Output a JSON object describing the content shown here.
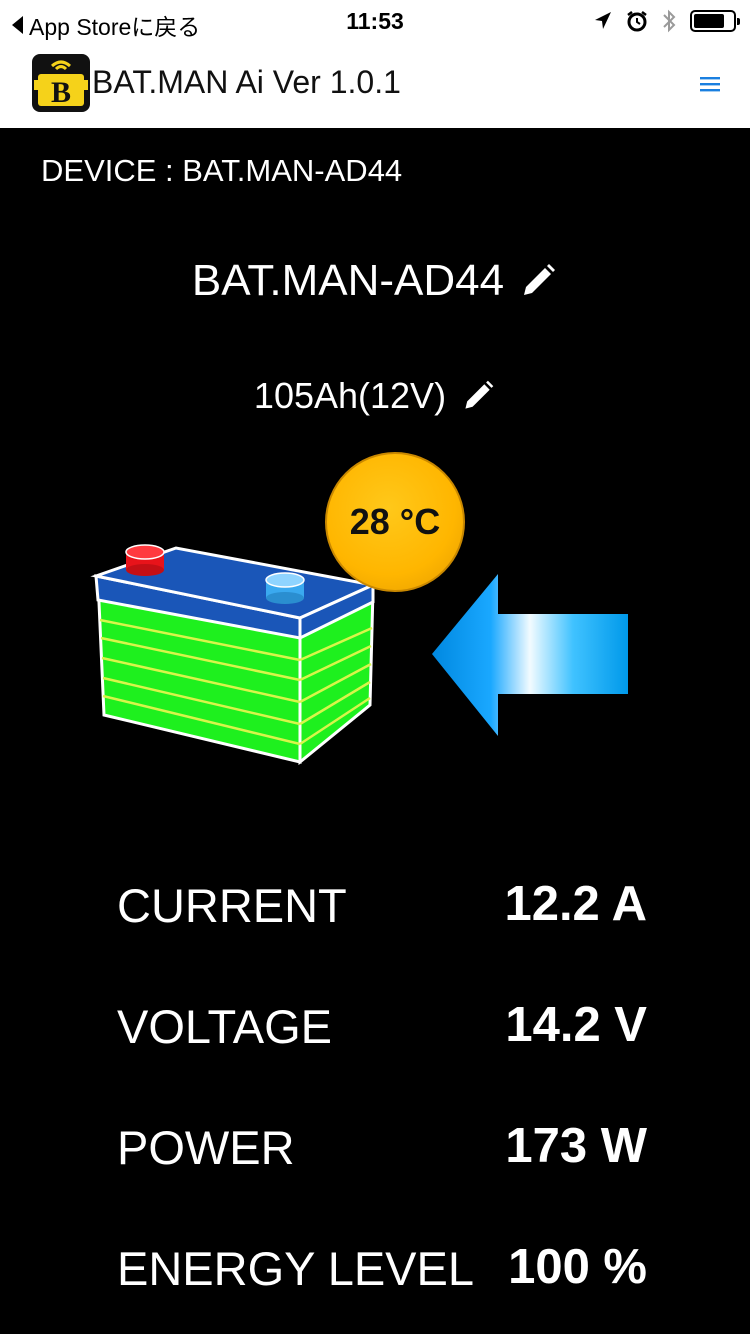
{
  "status_bar": {
    "back_label": "App Storeに戻る",
    "time": "11:53",
    "battery_level_fraction": 0.8
  },
  "header": {
    "logo_letter": "B",
    "title": "BAT.MAN Ai Ver 1.0.1",
    "menu_icon": "hamburger-menu-icon",
    "accent_color": "#1a7fe0"
  },
  "device": {
    "label": "DEVICE : BAT.MAN-AD44",
    "name": "BAT.MAN-AD44",
    "capacity": "105Ah(12V)",
    "temperature": "28 °C",
    "state_icon": "charging-arrow-icon"
  },
  "metrics": [
    {
      "label": "CURRENT",
      "value": "12.2 A"
    },
    {
      "label": "VOLTAGE",
      "value": "14.2 V"
    },
    {
      "label": "POWER",
      "value": "173 W"
    },
    {
      "label": "ENERGY LEVEL",
      "value": "100 %"
    }
  ],
  "colors": {
    "battery_fill": "#1ef01e",
    "battery_top": "#1a56b8",
    "terminal_positive": "#e8131a",
    "terminal_negative": "#3aa9ef",
    "temp_badge": "#ffb600",
    "arrow": "#00a0ea"
  }
}
